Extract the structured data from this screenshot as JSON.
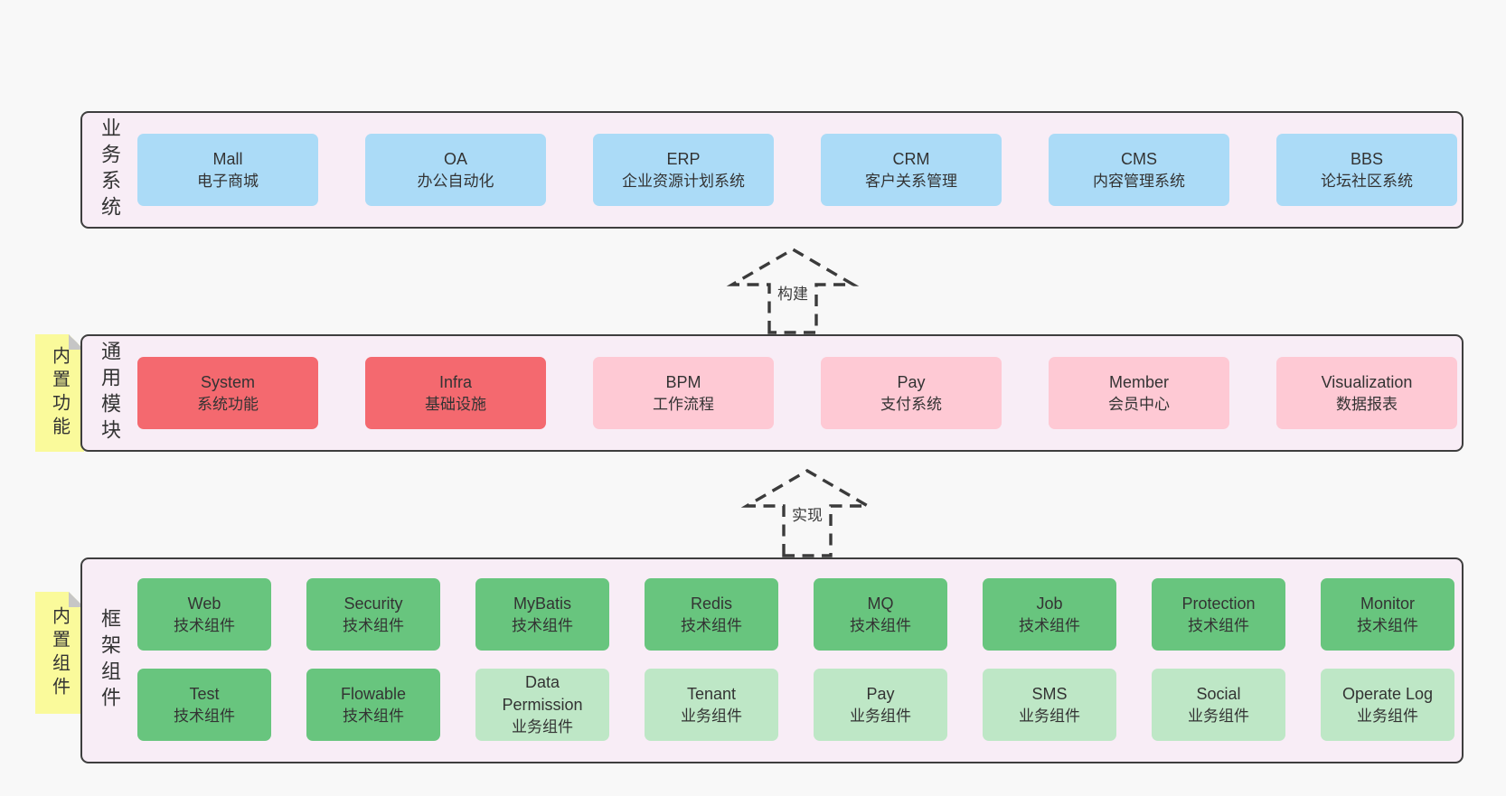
{
  "colors": {
    "page_bg": "#f8f8f8",
    "panel_bg": "#f8edf6",
    "panel_border": "#3e3e3e",
    "text": "#333333",
    "blue_box": "#abdbf7",
    "red_box": "#f4696f",
    "pink_box": "#fec9d4",
    "green_box": "#68c57e",
    "lightgreen_box": "#bee7c6",
    "sticky_bg": "#fafa9b",
    "sticky_fold": "#c6c6c6"
  },
  "arrows": [
    {
      "label": "构建"
    },
    {
      "label": "实现"
    }
  ],
  "sections": [
    {
      "label": "业务系统",
      "boxes": [
        {
          "name": "Mall",
          "sub": "电子商城",
          "variant": "blue"
        },
        {
          "name": "OA",
          "sub": "办公自动化",
          "variant": "blue"
        },
        {
          "name": "ERP",
          "sub": "企业资源计划系统",
          "variant": "blue"
        },
        {
          "name": "CRM",
          "sub": "客户关系管理",
          "variant": "blue"
        },
        {
          "name": "CMS",
          "sub": "内容管理系统",
          "variant": "blue"
        },
        {
          "name": "BBS",
          "sub": "论坛社区系统",
          "variant": "blue"
        }
      ]
    },
    {
      "label": "通用模块",
      "sticky": "内置功能",
      "boxes": [
        {
          "name": "System",
          "sub": "系统功能",
          "variant": "red"
        },
        {
          "name": "Infra",
          "sub": "基础设施",
          "variant": "red"
        },
        {
          "name": "BPM",
          "sub": "工作流程",
          "variant": "pink"
        },
        {
          "name": "Pay",
          "sub": "支付系统",
          "variant": "pink"
        },
        {
          "name": "Member",
          "sub": "会员中心",
          "variant": "pink"
        },
        {
          "name": "Visualization",
          "sub": "数据报表",
          "variant": "pink"
        }
      ]
    },
    {
      "label": "框架组件",
      "sticky": "内置组件",
      "rows": [
        [
          {
            "name": "Web",
            "sub": "技术组件",
            "variant": "green"
          },
          {
            "name": "Security",
            "sub": "技术组件",
            "variant": "green"
          },
          {
            "name": "MyBatis",
            "sub": "技术组件",
            "variant": "green"
          },
          {
            "name": "Redis",
            "sub": "技术组件",
            "variant": "green"
          },
          {
            "name": "MQ",
            "sub": "技术组件",
            "variant": "green"
          },
          {
            "name": "Job",
            "sub": "技术组件",
            "variant": "green"
          },
          {
            "name": "Protection",
            "sub": "技术组件",
            "variant": "green"
          },
          {
            "name": "Monitor",
            "sub": "技术组件",
            "variant": "green"
          }
        ],
        [
          {
            "name": "Test",
            "sub": "技术组件",
            "variant": "green"
          },
          {
            "name": "Flowable",
            "sub": "技术组件",
            "variant": "green"
          },
          {
            "name": "Data Permission",
            "sub": "业务组件",
            "variant": "lightgreen"
          },
          {
            "name": "Tenant",
            "sub": "业务组件",
            "variant": "lightgreen"
          },
          {
            "name": "Pay",
            "sub": "业务组件",
            "variant": "lightgreen"
          },
          {
            "name": "SMS",
            "sub": "业务组件",
            "variant": "lightgreen"
          },
          {
            "name": "Social",
            "sub": "业务组件",
            "variant": "lightgreen"
          },
          {
            "name": "Operate Log",
            "sub": "业务组件",
            "variant": "lightgreen"
          }
        ]
      ]
    }
  ]
}
